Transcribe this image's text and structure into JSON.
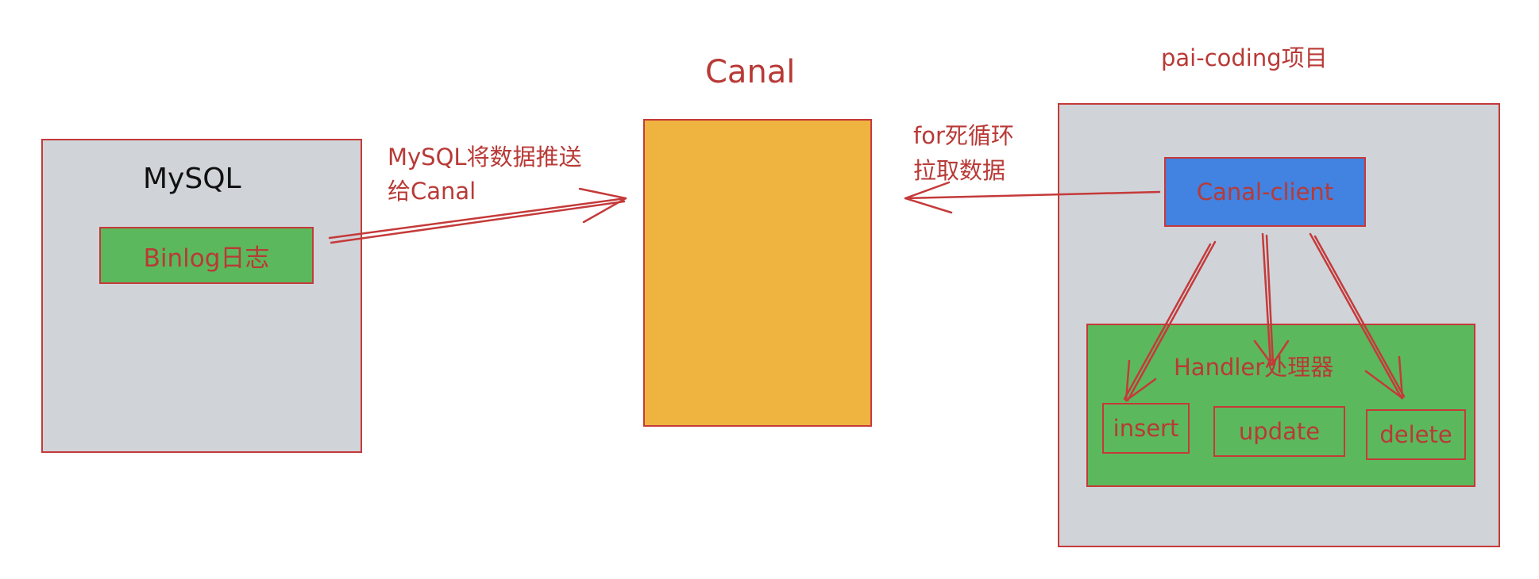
{
  "mysql": {
    "title": "MySQL",
    "binlog": "Binlog日志"
  },
  "push_label": {
    "line1": "MySQL将数据推送",
    "line2": "给Canal"
  },
  "canal": {
    "title": "Canal"
  },
  "pull_label": {
    "line1": "for死循环",
    "line2": "拉取数据"
  },
  "project": {
    "title": "pai-coding项目",
    "client": "Canal-client",
    "handler": {
      "title": "Handler处理器",
      "items": [
        "insert",
        "update",
        "delete"
      ]
    }
  },
  "colors": {
    "stroke": "#c53a3a",
    "gray_box": "#d0d4d9",
    "green_box": "#5cb85c",
    "canal_fill": "#efb33f",
    "client_fill": "#4282e0"
  }
}
